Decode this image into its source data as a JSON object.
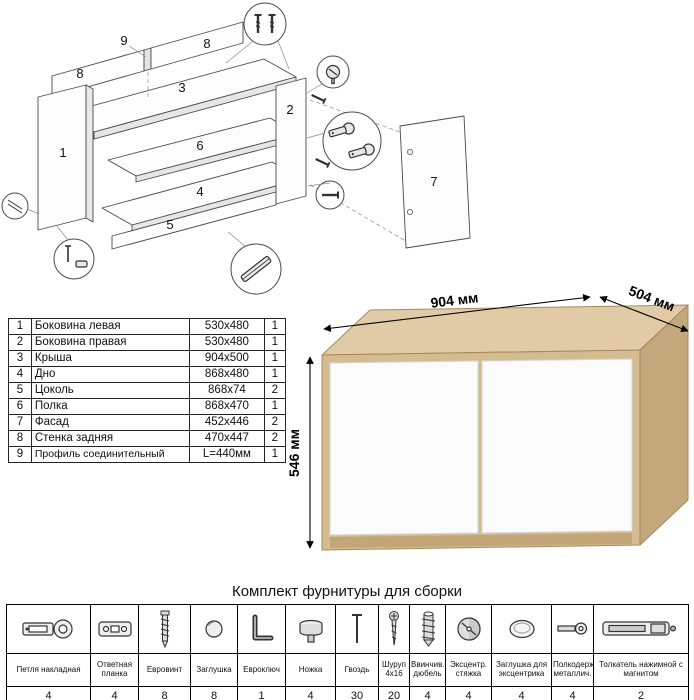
{
  "exploded": {
    "labels": {
      "p1": "1",
      "p2": "2",
      "p3": "3",
      "p4": "4",
      "p5": "5",
      "p6": "6",
      "p7": "7",
      "p8a": "8",
      "p8b": "8",
      "p9": "9"
    }
  },
  "parts_table": {
    "rows": [
      {
        "num": "1",
        "name": "Боковина левая",
        "size": "530x480",
        "qty": "1"
      },
      {
        "num": "2",
        "name": "Боковина правая",
        "size": "530x480",
        "qty": "1"
      },
      {
        "num": "3",
        "name": "Крыша",
        "size": "904x500",
        "qty": "1"
      },
      {
        "num": "4",
        "name": "Дно",
        "size": "868x480",
        "qty": "1"
      },
      {
        "num": "5",
        "name": "Цоколь",
        "size": "868x74",
        "qty": "2"
      },
      {
        "num": "6",
        "name": "Полка",
        "size": "868x470",
        "qty": "1"
      },
      {
        "num": "7",
        "name": "Фасад",
        "size": "452x446",
        "qty": "2"
      },
      {
        "num": "8",
        "name": "Стенка задняя",
        "size": "470x447",
        "qty": "2"
      },
      {
        "num": "9",
        "name": "Профиль соединительный",
        "size": "L=440мм",
        "qty": "1"
      }
    ]
  },
  "cabinet": {
    "width_label": "904 мм",
    "depth_label": "504 мм",
    "height_label": "546 мм",
    "colors": {
      "wood": "#d5bc90",
      "wood_top": "#e0cba6",
      "wood_side": "#c3a87c",
      "wood_recess": "#c2a678",
      "door": "#fbfbfb"
    }
  },
  "hardware": {
    "title": "Комплект фурнитуры для сборки",
    "items": [
      {
        "icon": "hinge",
        "name": "Петля накладная",
        "qty": "4"
      },
      {
        "icon": "plate",
        "name": "Ответная планка",
        "qty": "4"
      },
      {
        "icon": "confirmat",
        "name": "Евровинт",
        "qty": "8"
      },
      {
        "icon": "cap",
        "name": "Заглушка",
        "qty": "8"
      },
      {
        "icon": "hexkey",
        "name": "Евроключ",
        "qty": "1"
      },
      {
        "icon": "foot",
        "name": "Ножка",
        "qty": "4"
      },
      {
        "icon": "nail",
        "name": "Гвоздь",
        "qty": "30"
      },
      {
        "icon": "screw",
        "name": "Шуруп 4х16",
        "qty": "20"
      },
      {
        "icon": "dowel",
        "name": "Ввинчив. дюбель",
        "qty": "4"
      },
      {
        "icon": "cam",
        "name": "Эксцентр. стяжка",
        "qty": "4"
      },
      {
        "icon": "camcap",
        "name": "Заглушка для эксцентрика",
        "qty": "4"
      },
      {
        "icon": "shelfpin",
        "name": "Полкодерж. металлич.",
        "qty": "4"
      },
      {
        "icon": "pushlatch",
        "name": "Толкатель нажимной с магнитом",
        "qty": "2"
      }
    ]
  }
}
